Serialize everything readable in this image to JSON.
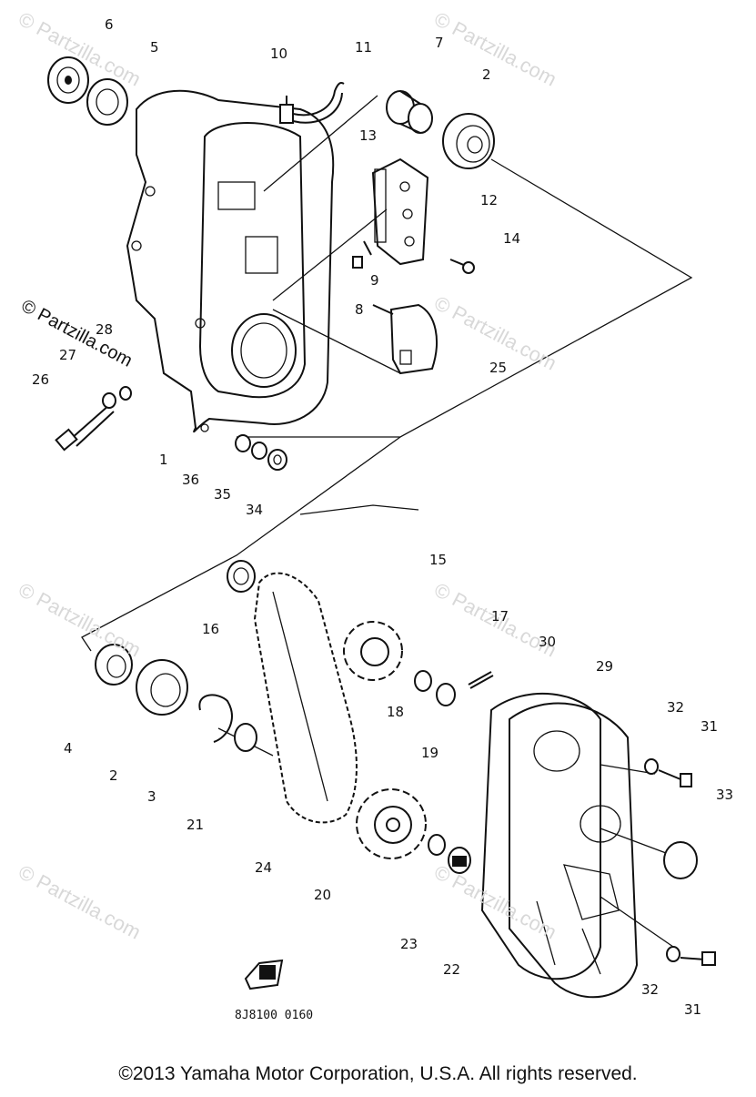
{
  "watermark": {
    "text": "© Partzilla.com",
    "dark_text": "© Partzilla.com"
  },
  "callouts": [
    "1",
    "2",
    "2",
    "3",
    "4",
    "5",
    "6",
    "7",
    "8",
    "9",
    "10",
    "11",
    "12",
    "13",
    "14",
    "15",
    "16",
    "17",
    "18",
    "19",
    "20",
    "21",
    "22",
    "23",
    "24",
    "25",
    "26",
    "27",
    "28",
    "29",
    "30",
    "31",
    "31",
    "32",
    "32",
    "33",
    "34",
    "35",
    "36"
  ],
  "diagram_code": "8J8100 0160",
  "copyright": "©2013  Yamaha Motor Corporation, U.S.A. All rights reserved."
}
